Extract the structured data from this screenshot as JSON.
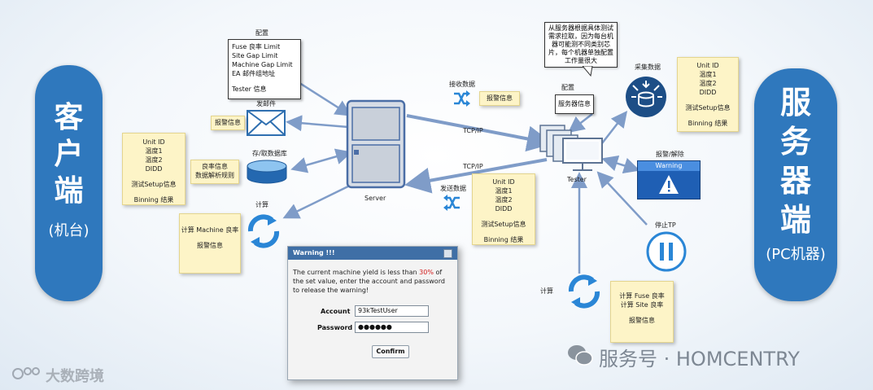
{
  "client": {
    "title_chars": [
      "客",
      "户",
      "端"
    ],
    "subtitle": "(机台)"
  },
  "server_side": {
    "title_chars": [
      "服",
      "务",
      "器",
      "端"
    ],
    "subtitle": "(PC机器)"
  },
  "config_doc": {
    "label": "配置",
    "lines": [
      "Fuse 良率 Limit",
      "Site Gap Limit",
      "Machine Gap Limit",
      "EA 邮件组地址",
      "",
      "Tester 信息"
    ]
  },
  "send_mail": {
    "label": "发邮件"
  },
  "alarm_note_left": {
    "text": "报警信息"
  },
  "storage": {
    "label": "存/取数据库"
  },
  "left_info_note": {
    "lines": [
      "Unit ID",
      "温度1",
      "温度2",
      "DIDD",
      "",
      "测试Setup信息",
      "",
      "Binning 结果"
    ]
  },
  "yield_note": {
    "lines": [
      "良率信息",
      "数据解析规则"
    ]
  },
  "calc_left": {
    "label": "计算"
  },
  "calc_left_note": {
    "lines": [
      "计算 Machine 良率",
      "",
      "报警信息"
    ]
  },
  "server": {
    "label": "Server"
  },
  "tcp_top": "TCP/IP",
  "tcp_bottom": "TCP/IP",
  "receive": {
    "label": "接收数据",
    "note": "报警信息"
  },
  "send": {
    "label": "发送数据"
  },
  "center_info_note": {
    "lines": [
      "Unit ID",
      "温度1",
      "温度2",
      "DIDD",
      "",
      "测试Setup信息",
      "",
      "Binning 结果"
    ]
  },
  "server_config": {
    "label": "配置",
    "text": "服务器信息"
  },
  "bubble": {
    "lines": [
      "从服务器根据具体测试",
      "需求拉取，因为每台机",
      "器可能测不同类别芯",
      "片，每个机器单独配置",
      "工作量很大"
    ]
  },
  "tester": {
    "label": "Tester"
  },
  "collect": {
    "label": "采集数据"
  },
  "right_info_note": {
    "lines": [
      "Unit ID",
      "温度1",
      "温度2",
      "DIDD",
      "",
      "测试Setup信息",
      "",
      "Binning 结果"
    ]
  },
  "alarm_release": {
    "label": "报警/解除",
    "banner": "Warning"
  },
  "stop_tp": {
    "label": "停止TP"
  },
  "calc_right": {
    "label": "计算"
  },
  "calc_right_note": {
    "lines": [
      "计算 Fuse 良率",
      "计算 Site 良率",
      "",
      "报警信息"
    ]
  },
  "dialog": {
    "title": "Warning !!!",
    "msg_before": "The current machine yield is less than ",
    "msg_highlight": "30%",
    "msg_after": " of the set value, enter the account and password to release the warning!",
    "account_label": "Account",
    "account_value": "93kTestUser",
    "password_label": "Password",
    "password_value": "●●●●●●",
    "confirm": "Confirm"
  },
  "watermark_left": "大数跨境",
  "watermark_right": "服务号 · HOMCENTRY",
  "colors": {
    "accent": "#2f78bd",
    "arrow": "#7f9cc8",
    "note": "#fdf4c7",
    "highlight": "#d21d1d"
  }
}
